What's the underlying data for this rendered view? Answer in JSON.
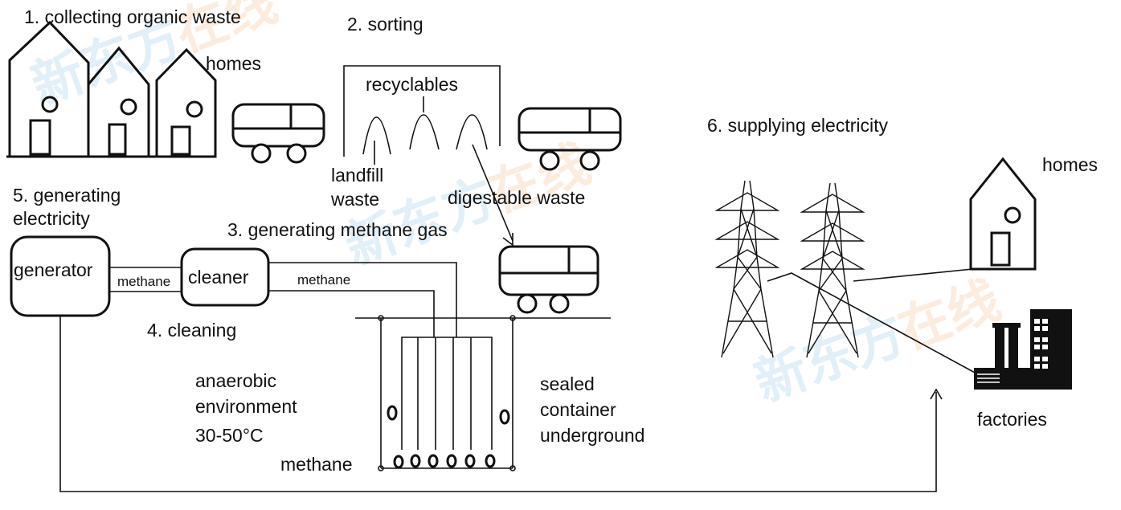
{
  "steps": {
    "step1": "1. collecting organic waste",
    "step2": "2. sorting",
    "step3": "3. generating methane gas",
    "step4": "4. cleaning",
    "step5_line1": "5. generating",
    "step5_line2": "electricity",
    "step6": "6. supplying electricity"
  },
  "labels": {
    "homes_top": "homes",
    "homes_right": "homes",
    "recyclables": "recyclables",
    "landfill_line1": "landfill",
    "landfill_line2": "waste",
    "digestable": "digestable waste",
    "generator": "generator",
    "cleaner": "cleaner",
    "pipe_methane_1": "methane",
    "pipe_methane_2": "methane",
    "tank_methane": "methane",
    "anaerobic_line1": "anaerobic",
    "anaerobic_line2": "environment",
    "anaerobic_line3": "30-50°C",
    "sealed_line1": "sealed",
    "sealed_line2": "container",
    "sealed_line3": "underground",
    "factories": "factories"
  },
  "watermark": {
    "text": "新东方在线",
    "color_blue": "#8fc4e6",
    "color_orange": "#f5b98a"
  }
}
